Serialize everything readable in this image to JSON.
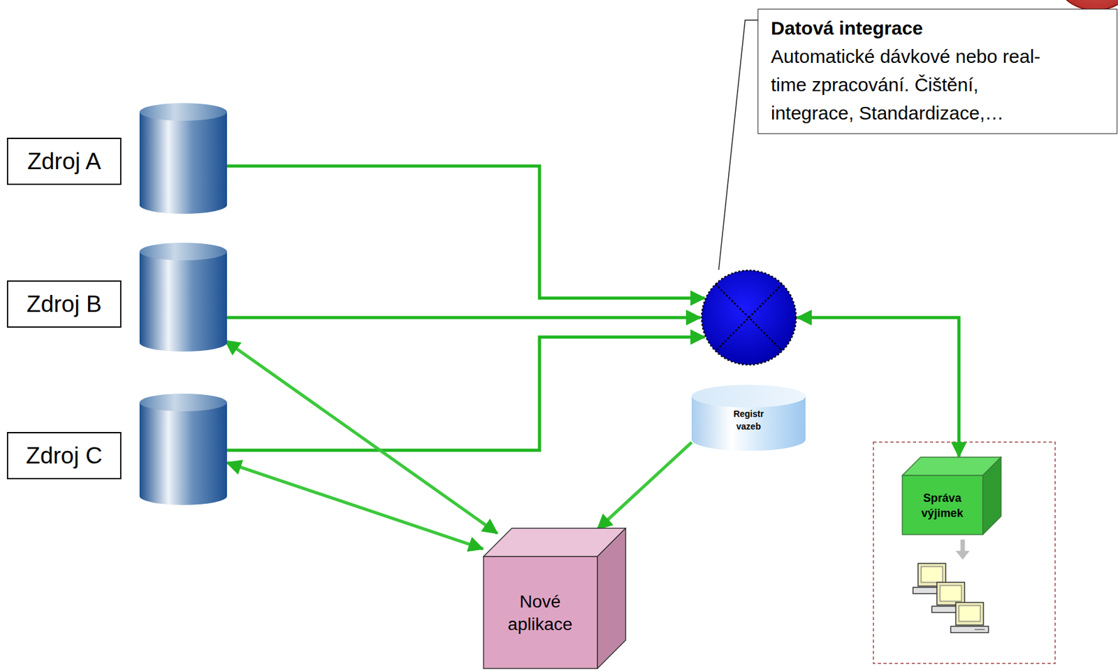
{
  "diagram": {
    "nodes": [
      {
        "text": [
          "Zdroj A"
        ]
      },
      {
        "text": [
          "Zdroj B"
        ]
      },
      {
        "text": [
          "Zdroj C"
        ]
      },
      {
        "text": [
          "Datová integrace",
          "Automatické dávkové nebo real-time zpracování. Čištění, integrace, Standardizace,…"
        ]
      },
      {
        "text": [
          "Registr vazeb"
        ]
      },
      {
        "text": [
          "Správa výjimek"
        ]
      },
      {
        "text": [
          "Nové aplikace"
        ]
      }
    ],
    "edges": [
      {
        "from": 0,
        "to": 3,
        "arrow": "to"
      },
      {
        "from": 1,
        "to": 3,
        "arrow": "to"
      },
      {
        "from": 2,
        "to": 3,
        "arrow": "to"
      },
      {
        "from": 3,
        "to": 5,
        "arrow": "both"
      },
      {
        "from": 1,
        "to": 6,
        "arrow": "both"
      },
      {
        "from": 2,
        "to": 6,
        "arrow": "both"
      },
      {
        "from": 4,
        "to": 6,
        "arrow": "to"
      }
    ]
  }
}
